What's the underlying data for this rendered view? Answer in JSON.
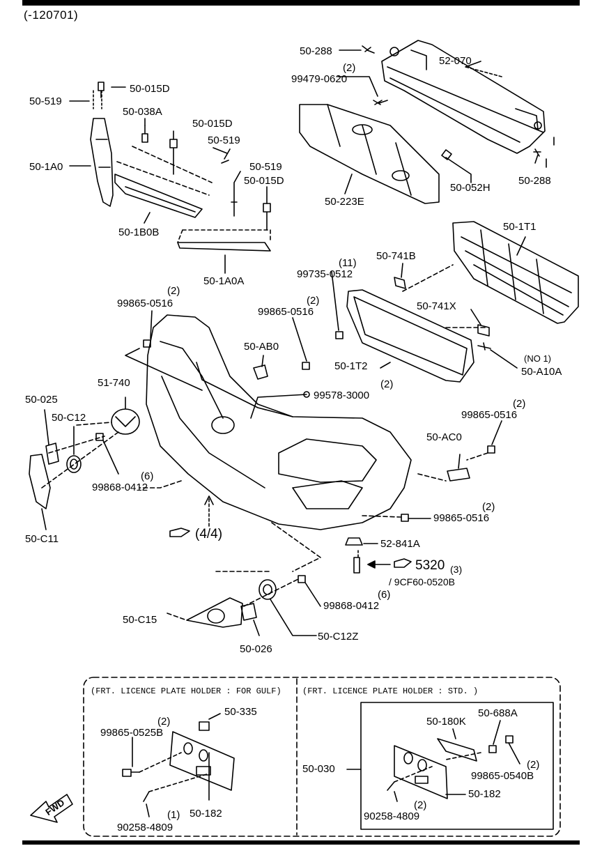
{
  "header": {
    "range": "(-120701)"
  },
  "labels": {
    "p50_288a": "50-288",
    "q2a": "(2)",
    "p99479": "99479-0620",
    "p52_070": "52-070",
    "p50_519a": "50-519",
    "p50_015Da": "50-015D",
    "p50_038A": "50-038A",
    "p50_015Db": "50-015D",
    "p50_1A0": "50-1A0",
    "p50_519b": "50-519",
    "p50_519c": "50-519",
    "p50_015Dc": "50-015D",
    "p50_1B0B": "50-1B0B",
    "p50_1A0A": "50-1A0A",
    "p50_052H": "50-052H",
    "p50_288b": "50-288",
    "p50_223E": "50-223E",
    "p50_1T1": "50-1T1",
    "q11": "(11)",
    "p99735": "99735-0512",
    "p50_741B": "50-741B",
    "q2b": "(2)",
    "p99865a": "99865-0516",
    "q2c": "(2)",
    "p99865b": "99865-0516",
    "p50_741X": "50-741X",
    "p50_AB0": "50-AB0",
    "p50_1T2": "50-1T2",
    "no1": "(NO 1)",
    "p50_A10A": "50-A10A",
    "p51_740": "51-740",
    "q2d": "(2)",
    "p99578": "99578-3000",
    "p50_025": "50-025",
    "p50_C12": "50-C12",
    "q2e": "(2)",
    "p99865c": "99865-0516",
    "p50_AC0": "50-AC0",
    "q6a": "(6)",
    "p99868a": "99868-0412",
    "q2f": "(2)",
    "p99865d": "99865-0516",
    "p50_C11": "50-C11",
    "ref44": "(4/4)",
    "p52_841A": "52-841A",
    "ref5320": "5320",
    "q3": "(3)",
    "p9CF60": "/ 9CF60-0520B",
    "q6b": "(6)",
    "p99868b": "99868-0412",
    "p50_C15": "50-C15",
    "p50_C12Z": "50-C12Z",
    "p50_026": "50-026"
  },
  "box_gulf": {
    "title": "(FRT. LICENCE PLATE HOLDER : FOR GULF)",
    "p50_335": "50-335",
    "q2": "(2)",
    "p99865": "99865-0525B",
    "p50_182": "50-182",
    "q1": "(1)",
    "p90258": "90258-4809"
  },
  "box_std": {
    "title": "(FRT. LICENCE PLATE HOLDER : STD. )",
    "p50_688A": "50-688A",
    "p50_180K": "50-180K",
    "p50_030": "50-030",
    "q2a": "(2)",
    "p99865": "99865-0540B",
    "p50_182": "50-182",
    "q2b": "(2)",
    "p90258": "90258-4809"
  },
  "fwd": "FWD"
}
